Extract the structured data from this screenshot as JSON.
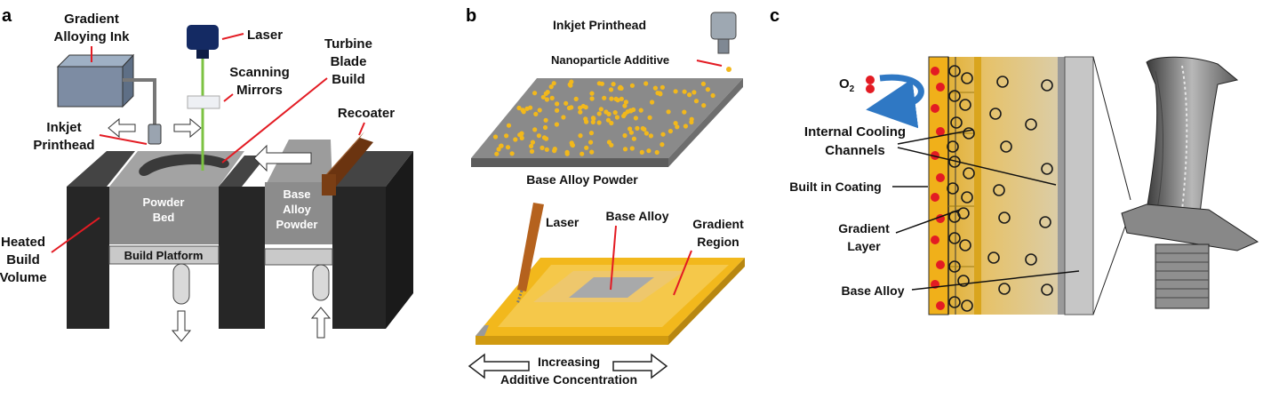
{
  "panel_a": {
    "letter": "a",
    "gradient_ink_l1": "Gradient",
    "gradient_ink_l2": "Alloying Ink",
    "laser": "Laser",
    "turbine_l1": "Turbine",
    "turbine_l2": "Blade",
    "turbine_l3": "Build",
    "mirrors_l1": "Scanning",
    "mirrors_l2": "Mirrors",
    "recoater": "Recoater",
    "printhead_l1": "Inkjet",
    "printhead_l2": "Printhead",
    "powder_bed_l1": "Powder",
    "powder_bed_l2": "Bed",
    "base_powder_l1": "Base",
    "base_powder_l2": "Alloy",
    "base_powder_l3": "Powder",
    "build_platform": "Build Platform",
    "heated_l1": "Heated",
    "heated_l2": "Build",
    "heated_l3": "Volume"
  },
  "panel_b": {
    "letter": "b",
    "printhead": "Inkjet Printhead",
    "nanoparticle": "Nanoparticle Additive",
    "base_powder": "Base Alloy Powder",
    "laser": "Laser",
    "base_alloy": "Base Alloy",
    "gradient_l1": "Gradient",
    "gradient_l2": "Region",
    "increasing": "Increasing",
    "additive_conc": "Additive Concentration"
  },
  "panel_c": {
    "letter": "c",
    "o2": "O",
    "o2_sub": "2",
    "cooling_l1": "Internal Cooling",
    "cooling_l2": "Channels",
    "coating": "Built in Coating",
    "gradient_l1": "Gradient",
    "gradient_l2": "Layer",
    "base_alloy": "Base Alloy"
  },
  "colors": {
    "dark_block": "#262626",
    "gray_block": "#8c8c8c",
    "gold": "#f2b81c",
    "red": "#e31b23",
    "blue": "#2f78c4",
    "navy": "#17306b",
    "brown": "#8b4a1a",
    "laser_green": "#7cc242"
  }
}
